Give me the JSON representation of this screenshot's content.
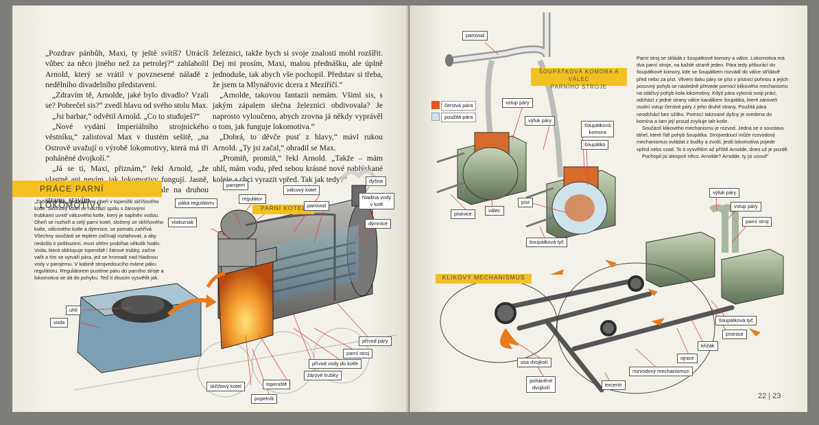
{
  "left_page": {
    "story_col1": [
      "„Pozdrav pánbůh, Maxi, ty ještě svítíš? Utrácíš vůbec za něco jiného než za petrolej?“ zahlaholil Arnold, který se vrátil v povznesené náladě z nedělního divadelního představení.",
      "„Zdravím tě, Arnolde, jaké bylo divadlo? Vzali se? Pobrečel sis?“ zvedl hlavu od svého stolu Max.",
      "„Jsi barbar,“ odvětil Arnold. „Co to studuješ?“",
      "„Nové vydání Imperiálního strojnického věstníku,“ zalistoval Max v tlustém sešitě, „na Ostrově uvažují o výrobě lokomotivy, která má tři poháněné dvojkolí.“",
      "„Já se ti, Maxi, přiznám,“ řekl Arnold, „že vlastně ani nevím, jak lokomotivy fungují. Jasně, jsem stavař, vědět to nemusím, ale na druhou stranu, stavím"
    ],
    "story_col2": [
      "železnici, takže bych si svoje znalosti mohl rozšířit. Dej mi prosím, Maxi, malou přednášku, ale úplně jednoduše, tak abych vše pochopil. Představ si třeba, že jsem ta Mlynářovic dcera z Meziříčí.“",
      "„Arnolde, takovou fantazii nemám. Všiml sis, s jakým zápalem slečna železnici obdivovala? Je naprosto vyloučeno, abych zrovna já někdy vyprávěl o tom, jak funguje lokomotiva.“",
      "„Dobrá, to děvče pusť z hlavy,“ mávl rukou Arnold. „Ty jsi začal,“ ohradil se Max.",
      "„Promiň, promiň,“ řekl Arnold. „Takže – mám uhlí, mám vodu, před sebou krásné nové nablýskané koleje a chci vyrazit vpřed. Tak jak tedy?“"
    ],
    "section_heading": "PRÁCE PARNÍ LOKOMOTIVY",
    "intro_text": "„Začneme tím, že zapálíme oheň v topeništi skříňového kotle. Skříňový kotel se nachází spolu s žárovými trubkami uvnitř válcového kotle, který je naplněn vodou. Oheň se rozhoří a celý parní kotel, složený ze skříňového kotle, válcového kotle a dýmnice, se pomalu zahřívá. Všechny součásti se teplem začínají roztahovat, a aby nedošlo k poškození, musí ohřev probíhat několik hodin. Voda, která obklopuje topeniště i žárové trubky, začne vařit a tím se vytváří pára, jež se hromadí nad hladinou vody v parojemu. V kabině strojvedoucího máme páku regulátoru. Regulátorem pustíme páru do parního stroje a lokomotiva se dá do pohybu. Teď ti zkusím vysvětlit jak.",
    "boiler_banner": "PARNÍ KOTEL",
    "labels": {
      "parojem": "parojem",
      "paka": "páka regulátoru",
      "regulator": "regulátor",
      "valcovy": "válcový kotel",
      "dysna": "dyšna",
      "hladina": "hladina vody\nv kotli",
      "vodoznak": "vodoznak",
      "parovod": "parovod",
      "dymnice": "dýmnice",
      "uhli": "uhlí",
      "voda": "voda",
      "privod_pary": "přívod páry",
      "parni_stroj": "parní stroj",
      "privod_vody": "přívod vody do kotle",
      "zarove": "žárové trubky",
      "skrinovy": "skříňový kotel",
      "topeniste": "topeniště",
      "popelnik": "popelník"
    }
  },
  "right_page": {
    "labels": {
      "parovod": "parovod",
      "vstup_pary": "vstup páry",
      "vyfuk_pary": "výfuk páry",
      "soupatkova_komora": "šoupátková\nkomora",
      "soupatko": "šoupátko",
      "pistnice": "pístnice",
      "valec": "válec",
      "pist": "píst",
      "soupatkova_tyc": "šoupátková tyč",
      "vyfuk_pary_2": "výfuk páry",
      "vstup_pary_2": "vstup páry",
      "parni_stroj": "parní stroj",
      "soupatkova_tyc_2": "šoupátková tyč",
      "pistnice_2": "pístnice",
      "krizak": "křižák",
      "ojnice": "ojnice",
      "osa_dvojkoli": "osa dvojkolí",
      "pohanene": "poháněné\ndvojkolí",
      "rozvodovy": "rozvodový mechanismus",
      "excentr": "excentr"
    },
    "banner_komora": "ŠOUPÁTKOVÁ KOMORA A VÁLEC\nPARNÍHO STROJE",
    "banner_klikovy": "KLIKOVÝ MECHANISMUS",
    "legend": [
      {
        "label": "čerstvá pára",
        "color": "#e2561f"
      },
      {
        "label": "použitá pára",
        "color": "#cfe3ea"
      }
    ],
    "text": [
      "Parní stroj se skládá z šoupátkové komory a válce. Lokomotiva má dva parní stroje, na každé straně jeden. Pára tedy přiburácí do šoupátkové komory, kde se šoupátkem rozvádí do válce střídavě před nebo za píst. Vlivem tlaku páry se píst v pístnici pohnou a jejich posuvný pohyb se následně převede pomocí klikového mechanismu na otáčivý pohyb kola lokomotivy. Když pára vykoná svoji práci, odchází z jedné strany válce kanálkem šoupátka, které zároveň uvolní vstup čerstvé páry z jeho druhé strany. Použitá pára neodchází bez užitku. Pomocí takzvané dyšny je svedena do komína a tam její proud zvyšuje tah kotle.",
      "Součástí klikového mechanismu je rozvod. Jedná se o soustavu táhel, které řídí pohyb šoupátka. Strojvedoucí může rozvodový mechanismus ovládat z budky a zvolit, jestli lokomotiva pojede vpřed nebo vzad. To ti vysvětlím až příště Arnolde, dnes už je pozdě.",
      "Pochopil jsi alespoň něco, Arnolde? Arnolde, ty jsi usnul!“"
    ],
    "folio": "22 | 23"
  }
}
